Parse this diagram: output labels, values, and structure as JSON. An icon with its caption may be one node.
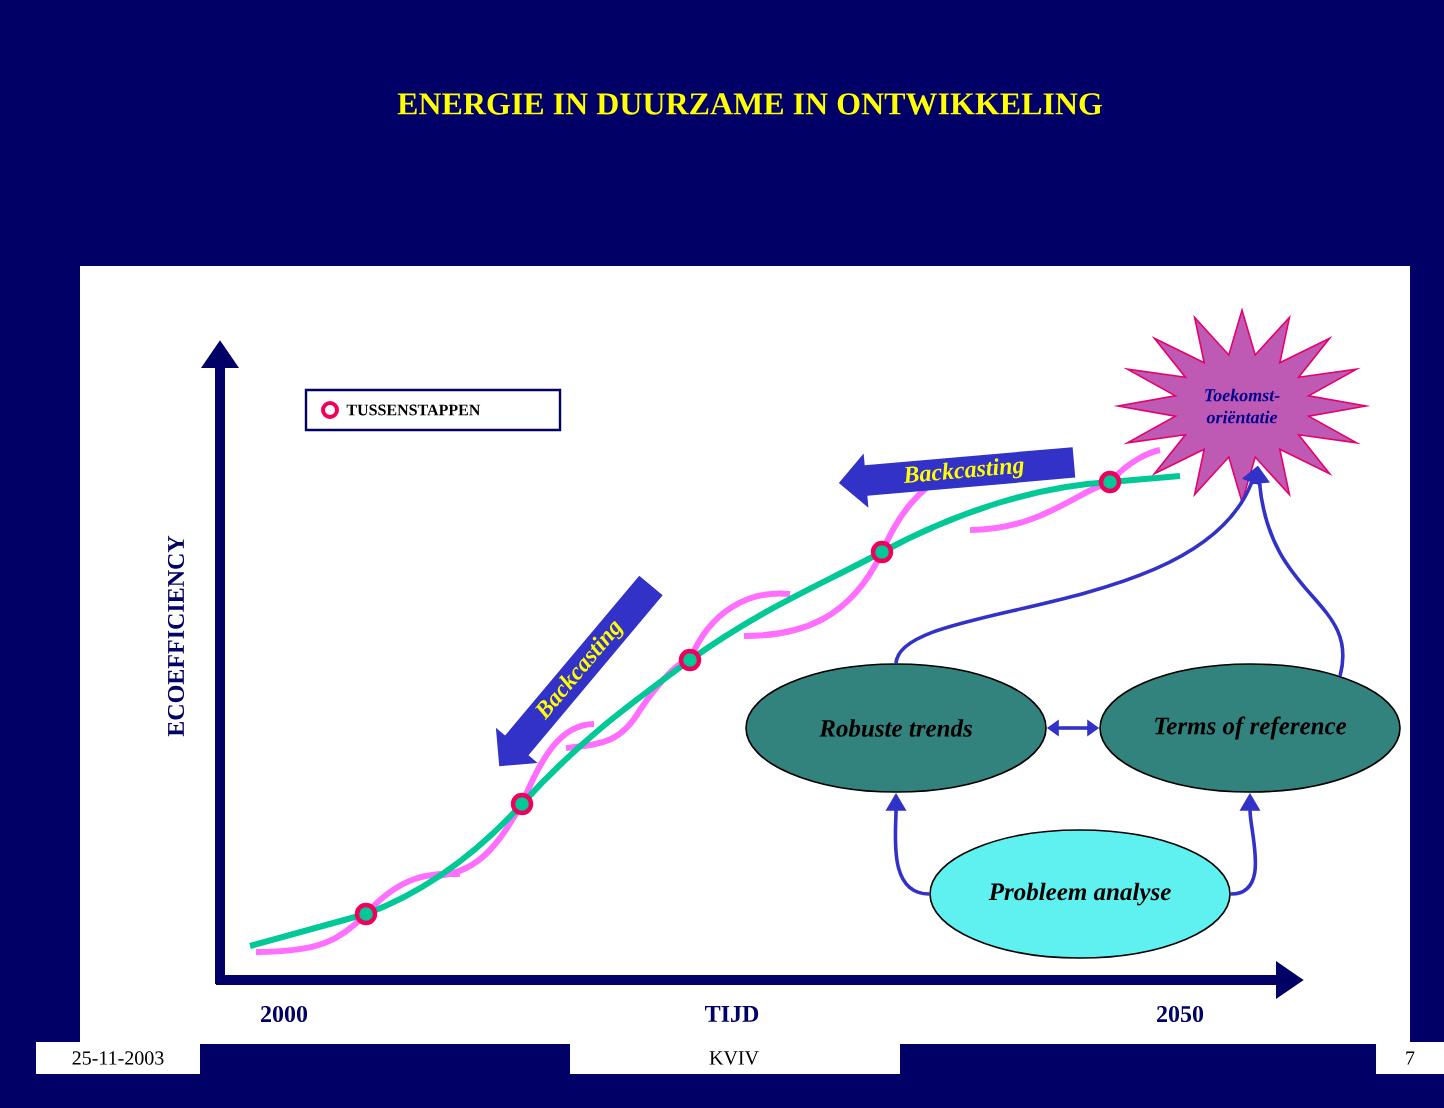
{
  "diagram": {
    "title": "ENERGIE IN DUURZAME  IN ONTWIKKELING",
    "nodes": [
      {
        "text": [
          "Toekomst- oriëntatie"
        ]
      },
      {
        "text": [
          "Robuste trends"
        ]
      },
      {
        "text": [
          "Terms of reference"
        ]
      },
      {
        "text": [
          "Probleem analyse"
        ]
      }
    ],
    "edges": [
      {
        "from": 3,
        "to": 1,
        "arrow": "to"
      },
      {
        "from": 3,
        "to": 2,
        "arrow": "to"
      },
      {
        "from": 1,
        "to": 0,
        "arrow": "to"
      },
      {
        "from": 2,
        "to": 0,
        "arrow": "to"
      },
      {
        "from": 1,
        "to": 2,
        "arrow": "both"
      }
    ],
    "labels": [
      "Backcasting",
      "Backcasting",
      "ECOEFFICIENCY",
      "2000",
      "TIJD",
      "2050",
      "25-11-2003",
      "KVIV",
      "7"
    ],
    "legend": [
      {
        "text": "TUSSENSTAPPEN"
      }
    ]
  }
}
